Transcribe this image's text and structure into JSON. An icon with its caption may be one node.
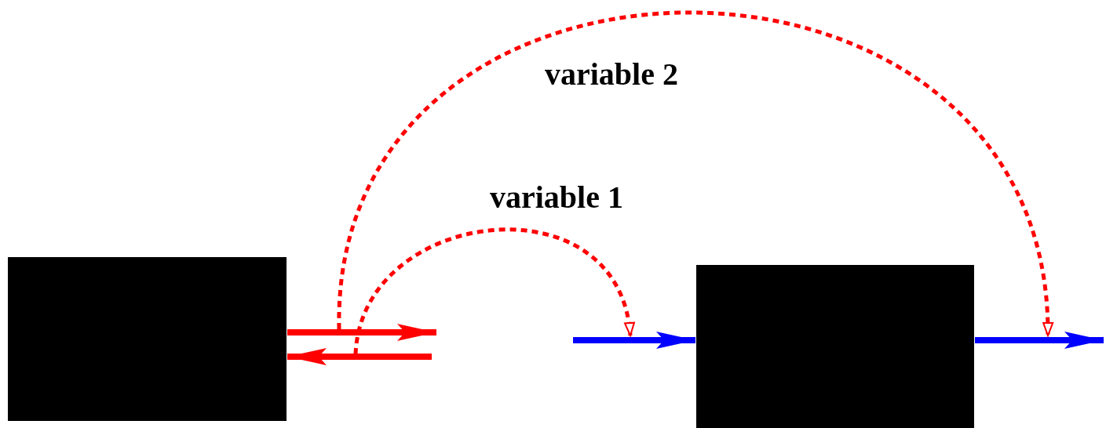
{
  "diagram": {
    "nodes": [
      {
        "text": [],
        "shape": "box"
      },
      {
        "text": [],
        "shape": "box"
      }
    ],
    "edges": [
      {
        "from": 0,
        "to": null,
        "arrow": "to",
        "color": "#ff0000"
      },
      {
        "from": null,
        "to": 0,
        "arrow": "to",
        "color": "#ff0000"
      },
      {
        "from": null,
        "to": 1,
        "arrow": "to",
        "color": "#0000ff"
      },
      {
        "from": 1,
        "to": null,
        "arrow": "to",
        "color": "#0000ff"
      },
      {
        "from": 0,
        "to": 1,
        "arrow": "to",
        "label": "variable 1",
        "style": "dashed",
        "color": "#ff0000"
      },
      {
        "from": 0,
        "to": 1,
        "arrow": "to",
        "label": "variable 2",
        "style": "dashed",
        "color": "#ff0000"
      }
    ]
  }
}
